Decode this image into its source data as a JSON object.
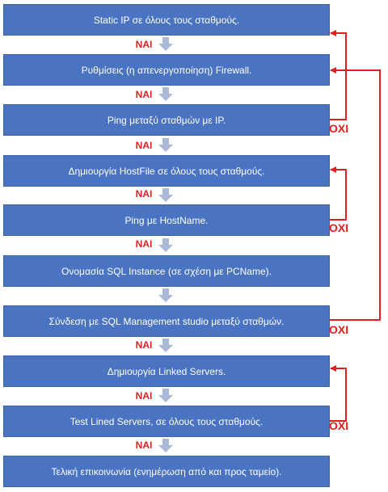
{
  "steps": [
    "Static IP σε όλους τους σταθμούς.",
    "Ρυθμίσεις (η απενεργοποίηση) Firewall.",
    "Ping μεταξύ σταθμών με IP.",
    "Δημιουργία HostFile σε όλους τους σταθμούς.",
    "Ping με HostName.",
    "Ονομασία SQL Instance (σε σχέση με PCName).",
    "Σύνδεση με SQL Management studio μεταξύ σταθμών.",
    "Δημιουργία Linked Servers.",
    "Test Lined Servers, σε όλους τους σταθμούς.",
    "Τελική επικοινωνία (ενημέρωση από και προς ταμείο)."
  ],
  "yes_label": "ΝΑΙ",
  "no_label": "ΟΧΙ",
  "colors": {
    "box": "#4a74c2",
    "arrow_down": "#a9b9d8",
    "loop": "#e02020",
    "label": "#e02020"
  }
}
